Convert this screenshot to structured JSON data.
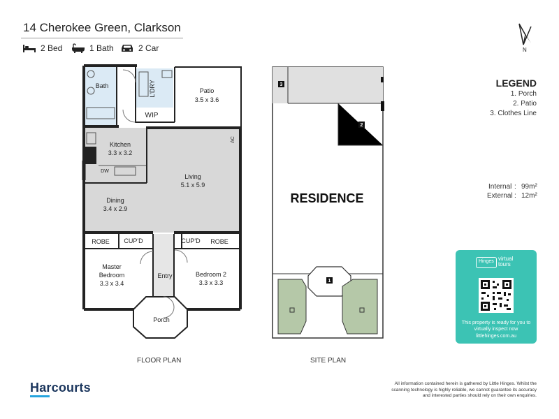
{
  "header": {
    "title": "14 Cherokee Green, Clarkson",
    "features": [
      {
        "icon": "bed-icon",
        "label": "2 Bed"
      },
      {
        "icon": "bath-icon",
        "label": "1 Bath"
      },
      {
        "icon": "car-icon",
        "label": "2 Car"
      }
    ]
  },
  "compass": {
    "label": "N"
  },
  "floor_plan": {
    "caption": "FLOOR PLAN",
    "rooms": {
      "bath": "Bath",
      "ldry": "L'DRY",
      "patio_name": "Patio",
      "patio_size": "3.5 x 3.6",
      "wip": "WIP",
      "kitchen_name": "Kitchen",
      "kitchen_size": "3.3 x 3.2",
      "ac": "AC",
      "dw": "DW",
      "living_name": "Living",
      "living_size": "5.1 x 5.9",
      "dining_name": "Dining",
      "dining_size": "3.4 x 2.9",
      "robe_left": "ROBE",
      "cupd_left": "CUP'D",
      "cupd_right": "CUP'D",
      "robe_right": "ROBE",
      "master_name_1": "Master",
      "master_name_2": "Bedroom",
      "master_size": "3.3 x 3.4",
      "entry": "Entry",
      "bedroom2_name": "Bedroom 2",
      "bedroom2_size": "3.3 x 3.3",
      "porch": "Porch"
    }
  },
  "site_plan": {
    "caption": "SITE PLAN",
    "residence": "RESIDENCE",
    "markers": [
      "1",
      "2",
      "3"
    ]
  },
  "legend": {
    "title": "LEGEND",
    "items": [
      "1. Porch",
      "2. Patio",
      "3. Clothes Line"
    ]
  },
  "areas": {
    "internal_label": "Internal",
    "internal_value": "99m²",
    "external_label": "External",
    "external_value": "12m²",
    "separator": ":"
  },
  "virtual_tours": {
    "logo_left": "Hinges",
    "logo_right_1": "virtual",
    "logo_right_2": "tours",
    "text": "This property is ready for you to virtually inspect now",
    "url": "littlehinges.com.au",
    "color": "#3cc3b4"
  },
  "footer": {
    "brand": "Harcourts",
    "brand_color": "#1b365d",
    "disclaimer": "All information contained herein is gathered by Little Hinges. Whilst the scanning technology is highly reliable, we cannot guarantee its accuracy and interested parties should rely on their own enquiries."
  }
}
